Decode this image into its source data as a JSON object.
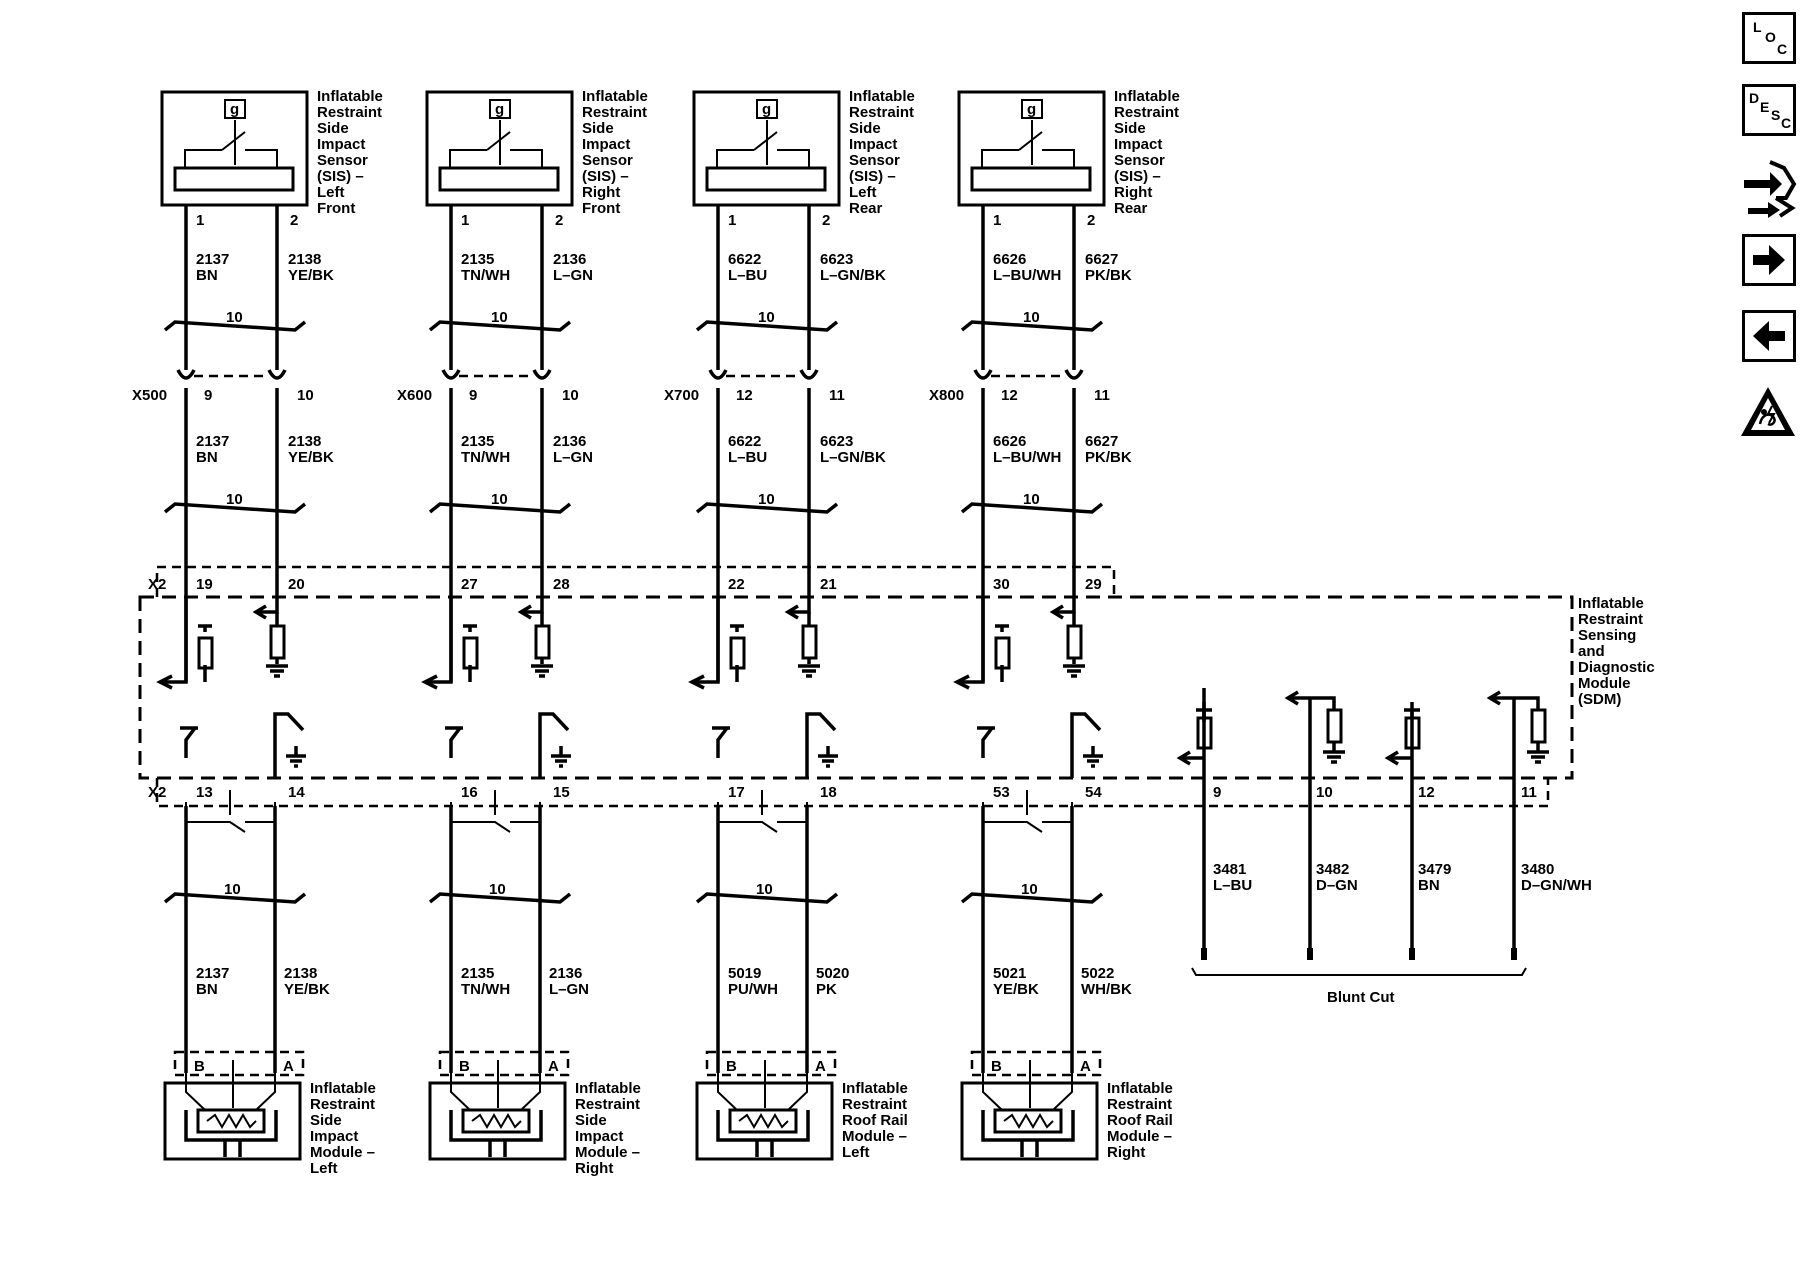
{
  "sensors": [
    {
      "label": [
        "Inflatable",
        "Restraint",
        "Side",
        "Impact",
        "Sensor",
        "(SIS) –",
        "Left",
        "Front"
      ],
      "pins": [
        "1",
        "2"
      ],
      "wires_top": [
        {
          "circuit": "2137",
          "color": "BN"
        },
        {
          "circuit": "2138",
          "color": "YE/BK"
        }
      ],
      "connector": "X500",
      "conn_pins": [
        "9",
        "10"
      ],
      "wires_mid": [
        {
          "circuit": "2137",
          "color": "BN"
        },
        {
          "circuit": "2138",
          "color": "YE/BK"
        }
      ],
      "x2_pins": [
        "19",
        "20"
      ]
    },
    {
      "label": [
        "Inflatable",
        "Restraint",
        "Side",
        "Impact",
        "Sensor",
        "(SIS) –",
        "Right",
        "Front"
      ],
      "pins": [
        "1",
        "2"
      ],
      "wires_top": [
        {
          "circuit": "2135",
          "color": "TN/WH"
        },
        {
          "circuit": "2136",
          "color": "L–GN"
        }
      ],
      "connector": "X600",
      "conn_pins": [
        "9",
        "10"
      ],
      "wires_mid": [
        {
          "circuit": "2135",
          "color": "TN/WH"
        },
        {
          "circuit": "2136",
          "color": "L–GN"
        }
      ],
      "x2_pins": [
        "27",
        "28"
      ]
    },
    {
      "label": [
        "Inflatable",
        "Restraint",
        "Side",
        "Impact",
        "Sensor",
        "(SIS) –",
        "Left",
        "Rear"
      ],
      "pins": [
        "1",
        "2"
      ],
      "wires_top": [
        {
          "circuit": "6622",
          "color": "L–BU"
        },
        {
          "circuit": "6623",
          "color": "L–GN/BK"
        }
      ],
      "connector": "X700",
      "conn_pins": [
        "12",
        "11"
      ],
      "wires_mid": [
        {
          "circuit": "6622",
          "color": "L–BU"
        },
        {
          "circuit": "6623",
          "color": "L–GN/BK"
        }
      ],
      "x2_pins": [
        "22",
        "21"
      ]
    },
    {
      "label": [
        "Inflatable",
        "Restraint",
        "Side",
        "Impact",
        "Sensor",
        "(SIS) –",
        "Right",
        "Rear"
      ],
      "pins": [
        "1",
        "2"
      ],
      "wires_top": [
        {
          "circuit": "6626",
          "color": "L–BU/WH"
        },
        {
          "circuit": "6627",
          "color": "PK/BK"
        }
      ],
      "connector": "X800",
      "conn_pins": [
        "12",
        "11"
      ],
      "wires_mid": [
        {
          "circuit": "6626",
          "color": "L–BU/WH"
        },
        {
          "circuit": "6627",
          "color": "PK/BK"
        }
      ],
      "x2_pins": [
        "30",
        "29"
      ]
    }
  ],
  "sensor_glyph": "g",
  "twist_label": "10",
  "x2_label": "X2",
  "sdm_label": [
    "Inflatable",
    "Restraint",
    "Sensing",
    "and",
    "Diagnostic",
    "Module",
    "(SDM)"
  ],
  "modules": [
    {
      "label": [
        "Inflatable",
        "Restraint",
        "Side",
        "Impact",
        "Module –",
        "Left"
      ],
      "x2_pins": [
        "13",
        "14"
      ],
      "wires": [
        {
          "circuit": "2137",
          "color": "BN"
        },
        {
          "circuit": "2138",
          "color": "YE/BK"
        }
      ],
      "pins": [
        "B",
        "A"
      ]
    },
    {
      "label": [
        "Inflatable",
        "Restraint",
        "Side",
        "Impact",
        "Module –",
        "Right"
      ],
      "x2_pins": [
        "16",
        "15"
      ],
      "wires": [
        {
          "circuit": "2135",
          "color": "TN/WH"
        },
        {
          "circuit": "2136",
          "color": "L–GN"
        }
      ],
      "pins": [
        "B",
        "A"
      ]
    },
    {
      "label": [
        "Inflatable",
        "Restraint",
        "Roof Rail",
        "Module –",
        "Left"
      ],
      "x2_pins": [
        "17",
        "18"
      ],
      "wires": [
        {
          "circuit": "5019",
          "color": "PU/WH"
        },
        {
          "circuit": "5020",
          "color": "PK"
        }
      ],
      "pins": [
        "B",
        "A"
      ]
    },
    {
      "label": [
        "Inflatable",
        "Restraint",
        "Roof Rail",
        "Module –",
        "Right"
      ],
      "x2_pins": [
        "53",
        "54"
      ],
      "wires": [
        {
          "circuit": "5021",
          "color": "YE/BK"
        },
        {
          "circuit": "5022",
          "color": "WH/BK"
        }
      ],
      "pins": [
        "B",
        "A"
      ]
    }
  ],
  "blunt_wires": [
    {
      "pin": "9",
      "circuit": "3481",
      "color": "L–BU"
    },
    {
      "pin": "10",
      "circuit": "3482",
      "color": "D–GN"
    },
    {
      "pin": "12",
      "circuit": "3479",
      "color": "BN"
    },
    {
      "pin": "11",
      "circuit": "3480",
      "color": "D–GN/WH"
    }
  ],
  "blunt_cut_label": "Blunt Cut",
  "nav": [
    {
      "name": "loc-button",
      "icon": "loc-icon",
      "text": [
        "L",
        "O",
        "C"
      ]
    },
    {
      "name": "desc-button",
      "icon": "desc-icon",
      "text": [
        "D",
        "E",
        "S",
        "C"
      ]
    },
    {
      "name": "connector-button",
      "icon": "connector-icon",
      "text": []
    },
    {
      "name": "next-button",
      "icon": "arrow-right-icon",
      "text": []
    },
    {
      "name": "previous-button",
      "icon": "arrow-left-icon",
      "text": []
    },
    {
      "name": "esd-warning",
      "icon": "esd-warning-icon",
      "text": []
    }
  ]
}
